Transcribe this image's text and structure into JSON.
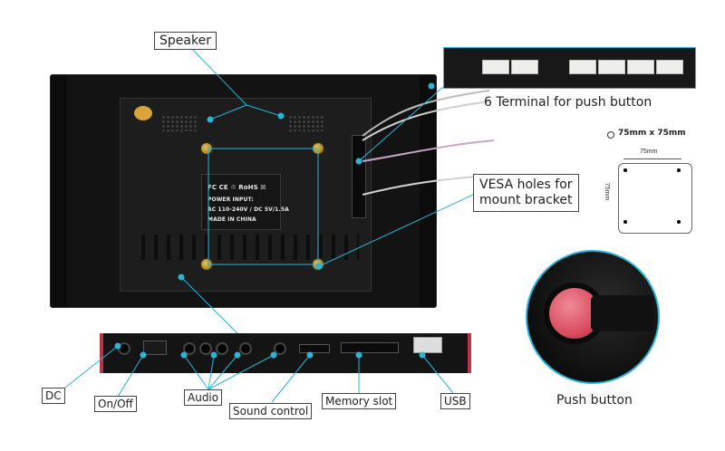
{
  "callouts": {
    "speaker": "Speaker",
    "terminal": "6 Terminal for push button",
    "vesa_line1": "VESA holes for",
    "vesa_line2": "mount bracket",
    "dc": "DC",
    "onoff": "On/Off",
    "audio": "Audio",
    "sound_control": "Sound control",
    "memory_slot": "Memory slot",
    "usb": "USB",
    "push_button": "Push button"
  },
  "sticker": {
    "marks": "FC CE ♲ RoHS ☒",
    "line1": "POWER INPUT:",
    "line2": "AC 110-240V / DC 5V/1.5A",
    "line3": "MADE IN CHINA"
  },
  "vesa_diagram": {
    "title": "75mm x 75mm",
    "top_dim": "75mm",
    "side_dim": "75mm"
  },
  "colors": {
    "callout_line": "#2ab4d8",
    "panel": "#1a1a1a",
    "button_red": "#e0505f"
  }
}
